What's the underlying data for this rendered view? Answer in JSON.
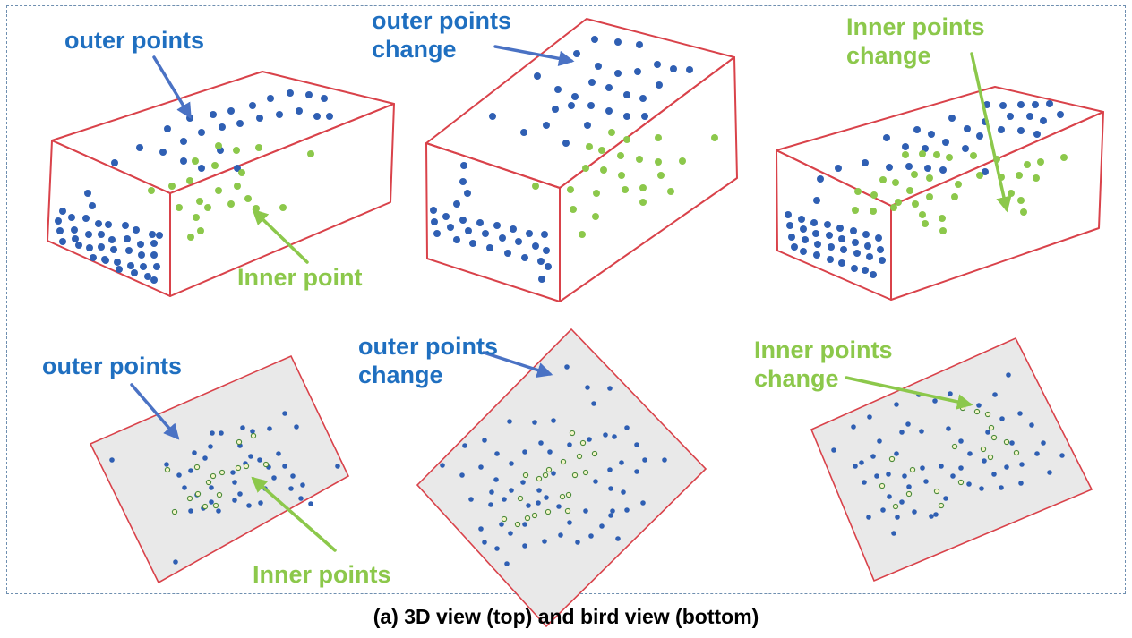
{
  "labels": {
    "outer_points": "outer points",
    "outer_points_change": "outer points\nchange",
    "inner_point": "Inner point",
    "inner_points": "Inner points",
    "inner_points_change": "Inner points\nchange"
  },
  "caption": "(a) 3D view (top) and bird view (bottom)",
  "colors": {
    "box_edge": "#d9424a",
    "outer_point": "#2f5fb3",
    "inner_point": "#8cc84b",
    "label_blue": "#1f6fc0",
    "label_green": "#8cc84b",
    "bev_fill": "#e9e9e9",
    "frame": "#6f8fb0"
  }
}
